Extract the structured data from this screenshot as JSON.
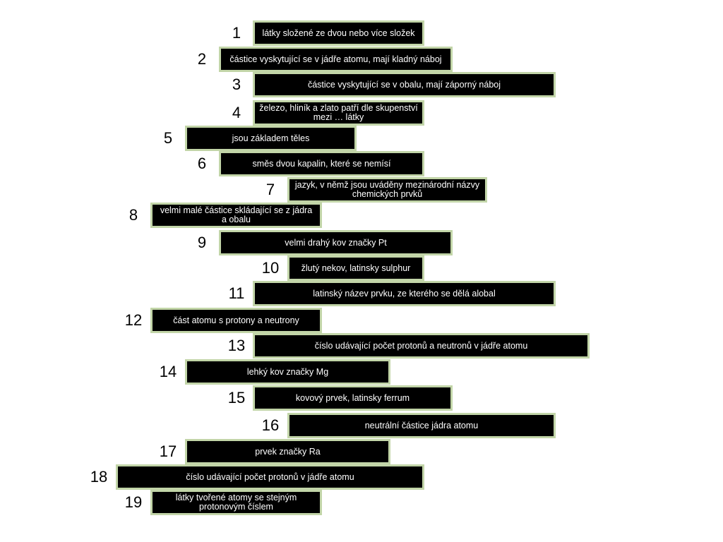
{
  "colors": {
    "background": "#ffffff",
    "clue_fill": "#000000",
    "clue_text": "#ffffff",
    "clue_border": "#c2d5a8",
    "number_text": "#000000"
  },
  "clues": [
    {
      "number": "1",
      "text": "látky složené ze dvou nebo více složek"
    },
    {
      "number": "2",
      "text": "částice vyskytující se v jádře atomu, mají kladný náboj"
    },
    {
      "number": "3",
      "text": "částice vyskytující se v obalu, mají záporný náboj"
    },
    {
      "number": "4",
      "text": "železo, hliník a zlato patří dle skupenství mezi … látky"
    },
    {
      "number": "5",
      "text": "jsou základem těles"
    },
    {
      "number": "6",
      "text": "směs dvou kapalin, které se nemísí"
    },
    {
      "number": "7",
      "text": "jazyk, v němž jsou uváděny mezinárodní názvy chemických prvků"
    },
    {
      "number": "8",
      "text": "velmi malé částice skládající se z jádra a obalu"
    },
    {
      "number": "9",
      "text": "velmi drahý kov značky Pt"
    },
    {
      "number": "10",
      "text": "žlutý nekov, latinsky sulphur"
    },
    {
      "number": "11",
      "text": "latinský název prvku, ze kterého se dělá alobal"
    },
    {
      "number": "12",
      "text": "část atomu s protony a neutrony"
    },
    {
      "number": "13",
      "text": "číslo udávající počet protonů a neutronů v jádře atomu"
    },
    {
      "number": "14",
      "text": "lehký kov značky Mg"
    },
    {
      "number": "15",
      "text": "kovový prvek, latinsky ferrum"
    },
    {
      "number": "16",
      "text": "neutrální částice jádra atomu"
    },
    {
      "number": "17",
      "text": "prvek značky Ra"
    },
    {
      "number": "18",
      "text": "číslo udávající počet protonů v jádře atomu"
    },
    {
      "number": "19",
      "text": "látky tvořené atomy se stejným protonovým číslem"
    }
  ]
}
